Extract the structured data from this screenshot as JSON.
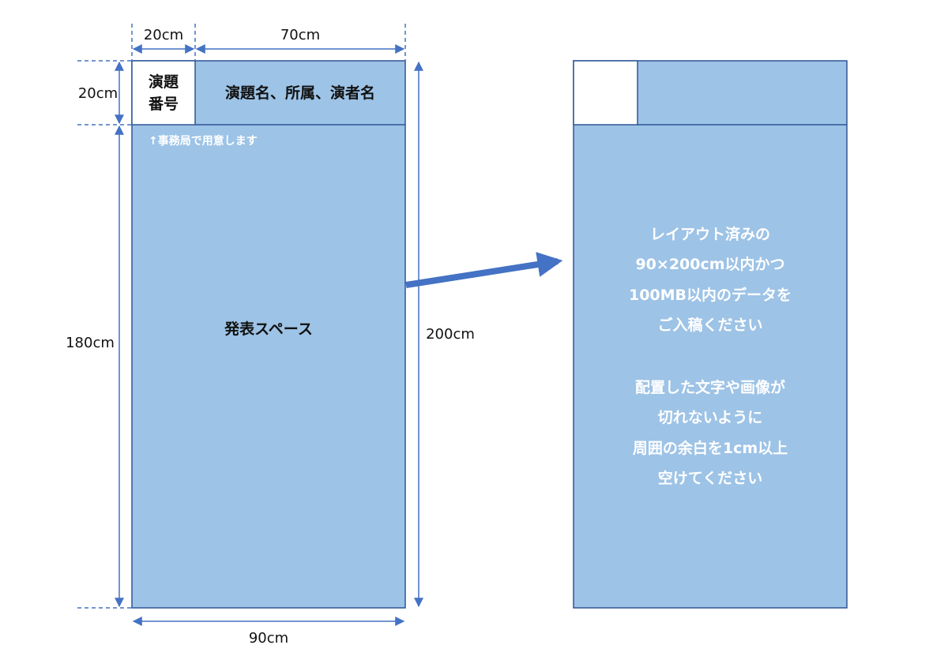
{
  "dimensions": {
    "top_left_width": "20cm",
    "top_right_width": "70cm",
    "header_height": "20cm",
    "body_height": "180cm",
    "total_height": "200cm",
    "total_width": "90cm"
  },
  "left_panel": {
    "number_box_line1": "演題",
    "number_box_line2": "番号",
    "title_box": "演題名、所属、演者名",
    "note": "↑事務局で用意します",
    "body_label": "発表スペース"
  },
  "right_panel": {
    "lines": [
      "レイアウト済みの",
      "90×200cm以内かつ",
      "100MB以内のデータを",
      "ご入稿ください",
      "",
      "配置した文字や画像が",
      "切れないように",
      "周囲の余白を1cm以上",
      "空けてください"
    ]
  },
  "colors": {
    "fill": "#9dc3e6",
    "stroke": "#2f5597",
    "arrow": "#4472c4",
    "white": "#ffffff"
  }
}
